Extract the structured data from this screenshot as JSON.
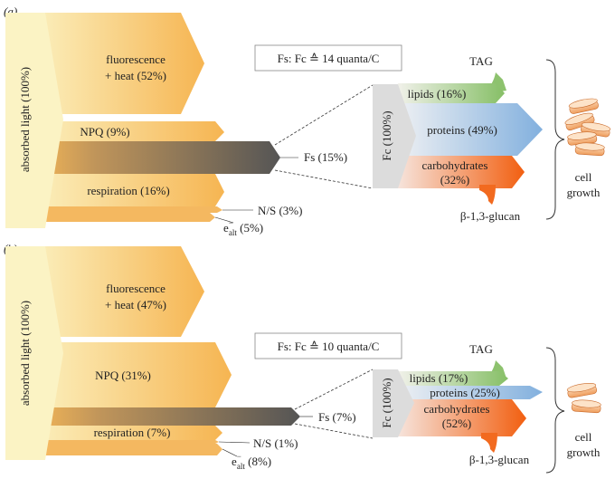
{
  "panels": [
    {
      "label": "(a)",
      "absorbed": "absorbed light (100%)",
      "ratio": "Fs: Fc ≙ 14 quanta/C",
      "fluor1": "fluorescence",
      "fluor2": "+ heat (52%)",
      "npq": "NPQ (9%)",
      "resp": "respiration (16%)",
      "ns": "N/S (3%)",
      "ealt_main": "e",
      "ealt_sup": "−",
      "ealt_sub": "alt",
      "ealt_pct": " (5%)",
      "fs": "Fs (15%)",
      "fc": "Fc (100%)",
      "lipids": "lipids (16%)",
      "proteins": "proteins (49%)",
      "carb1": "carbohydrates",
      "carb2": "(32%)",
      "tag": "TAG",
      "glucan": "β-1,3-glucan",
      "cell1": "cell",
      "cell2": "growth"
    },
    {
      "label": "(b)",
      "absorbed": "absorbed light (100%)",
      "ratio": "Fs: Fc ≙ 10 quanta/C",
      "fluor1": "fluorescence",
      "fluor2": "+ heat (47%)",
      "npq": "NPQ (31%)",
      "resp": "respiration (7%)",
      "ns": "N/S (1%)",
      "ealt_main": "e",
      "ealt_sup": "−",
      "ealt_sub": "alt",
      "ealt_pct": " (8%)",
      "fs": "Fs (7%)",
      "fc": "Fc (100%)",
      "lipids": "lipids (17%)",
      "proteins": "proteins (25%)",
      "carb1": "carbohydrates",
      "carb2": "(52%)",
      "tag": "TAG",
      "glucan": "β-1,3-glucan",
      "cell1": "cell",
      "cell2": "growth"
    }
  ],
  "colors": {
    "cream": "#fbf3c4",
    "orange": "#f6b552",
    "gray": "#595959",
    "green": "#8dc26e",
    "blue": "#8bb6e0",
    "red": "#f26a1f"
  }
}
